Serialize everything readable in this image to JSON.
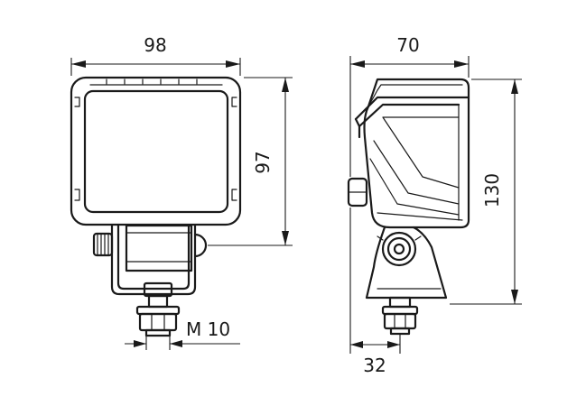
{
  "drawing": {
    "dimensions": {
      "front_width": "98",
      "front_height": "97",
      "side_depth": "70",
      "side_height": "130",
      "mount_offset": "32",
      "thread": "M 10"
    }
  }
}
